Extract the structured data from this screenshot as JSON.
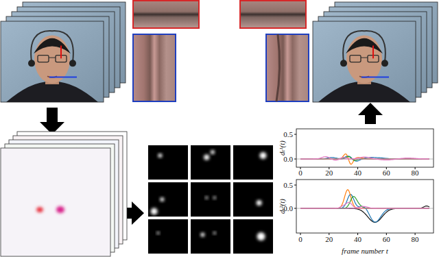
{
  "diagram": {
    "labels": [
      "0.5",
      "0.0",
      "dₜ¹(t)",
      "0",
      "20",
      "40",
      "60",
      "80",
      "0.5",
      "0.0",
      "dₜ²(t)",
      "0",
      "20",
      "40",
      "60",
      "80",
      "frame number t"
    ]
  }
}
